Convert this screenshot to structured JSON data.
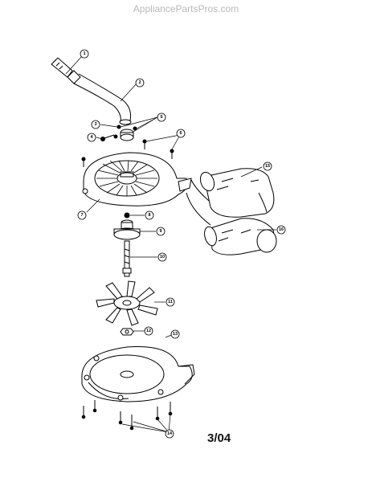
{
  "watermark": "AppliancePartsPros.com",
  "date_code": "3/04",
  "colors": {
    "line": "#000000",
    "watermark": "#b9b9b9",
    "background": "#ffffff"
  },
  "callouts": [
    {
      "id": "callout-1",
      "label": "1"
    },
    {
      "id": "callout-2",
      "label": "2"
    },
    {
      "id": "callout-3",
      "label": "3"
    },
    {
      "id": "callout-4",
      "label": "4"
    },
    {
      "id": "callout-5",
      "label": "5"
    },
    {
      "id": "callout-6",
      "label": "6"
    },
    {
      "id": "callout-7",
      "label": "7"
    },
    {
      "id": "callout-8",
      "label": "8"
    },
    {
      "id": "callout-9",
      "label": "9"
    },
    {
      "id": "callout-10",
      "label": "10"
    },
    {
      "id": "callout-11",
      "label": "11"
    },
    {
      "id": "callout-12",
      "label": "12"
    },
    {
      "id": "callout-13",
      "label": "13"
    },
    {
      "id": "callout-14",
      "label": "14"
    },
    {
      "id": "callout-15",
      "label": "15"
    },
    {
      "id": "callout-16",
      "label": "16"
    }
  ]
}
